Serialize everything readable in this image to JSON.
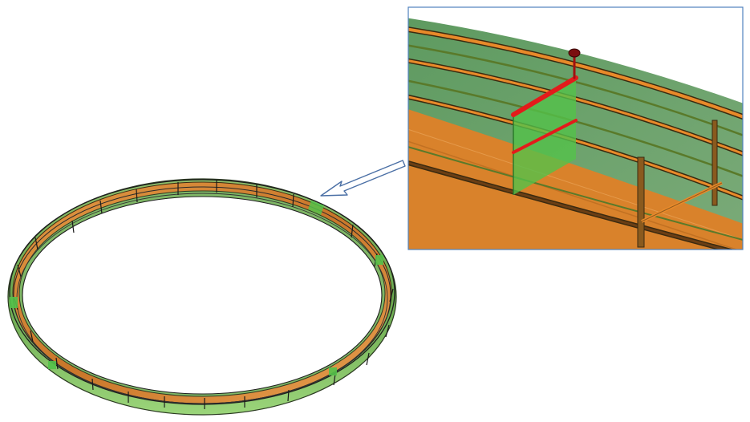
{
  "figure": {
    "overview": {
      "component": "ring-walkway-model"
    },
    "detail": {
      "component": "walkway-section-closeup"
    },
    "callout": {
      "from": "detail-inset",
      "to": "ring-segment"
    }
  },
  "colors": {
    "background": "#ffffff",
    "rail_green": "#6aa84f",
    "rail_green_light": "#9fd47f",
    "deck_orange": "#d9822b",
    "deck_brown": "#6b3e14",
    "rail_dark": "#3a2a10",
    "highlight_green": "#54c24a",
    "highlight_red": "#e31b1b",
    "valve_red": "#7a0f0f",
    "inset_border": "#4f81bd",
    "arrow_stroke": "#4a6fa5"
  }
}
